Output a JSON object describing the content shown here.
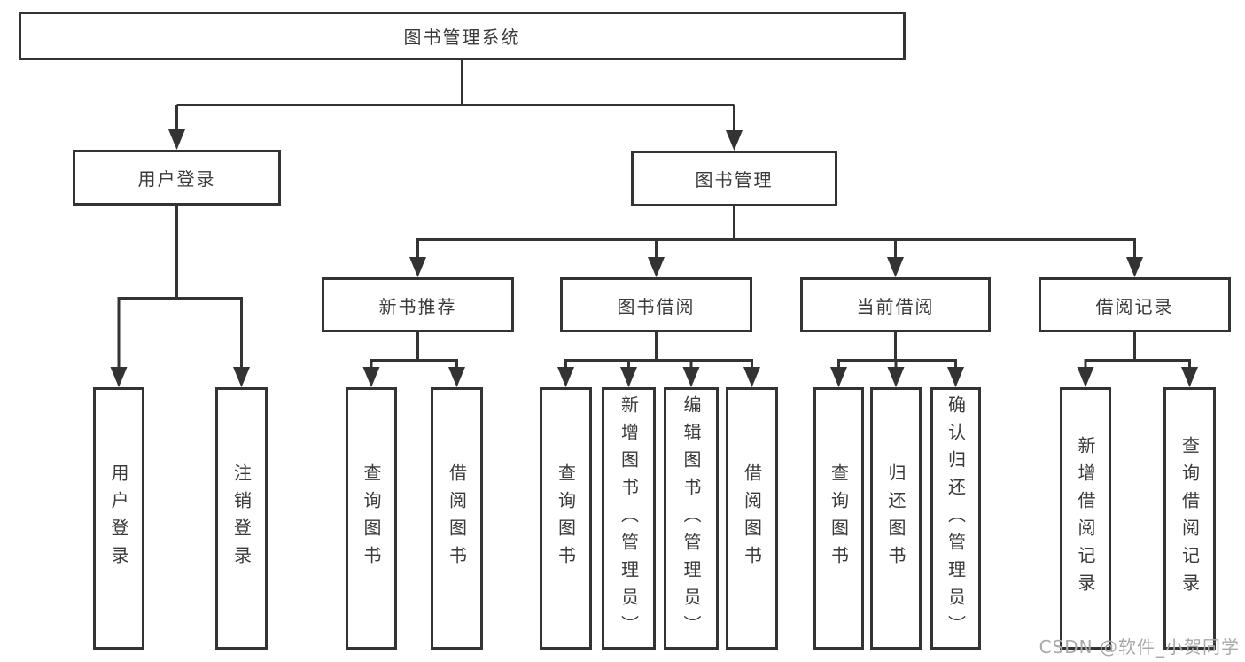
{
  "diagram": {
    "title": "图书管理系统",
    "type": "hierarchy-tree",
    "nodes": [
      {
        "id": "root",
        "level": 1,
        "label": "图书管理系统"
      },
      {
        "id": "user-login-branch",
        "level": 2,
        "label": "用户登录"
      },
      {
        "id": "book-management-branch",
        "level": 2,
        "label": "图书管理"
      },
      {
        "id": "new-book-recommendation",
        "level": 3,
        "label": "新书推荐"
      },
      {
        "id": "book-borrowing",
        "level": 3,
        "label": "图书借阅"
      },
      {
        "id": "current-borrowing",
        "level": 3,
        "label": "当前借阅"
      },
      {
        "id": "borrowing-records",
        "level": 3,
        "label": "借阅记录"
      },
      {
        "id": "leaf-user-login",
        "level": 4,
        "label": "用户登录"
      },
      {
        "id": "leaf-logout",
        "level": 4,
        "label": "注销登录"
      },
      {
        "id": "leaf-query-books-1",
        "level": 4,
        "label": "查询图书"
      },
      {
        "id": "leaf-borrow-books-1",
        "level": 4,
        "label": "借阅图书"
      },
      {
        "id": "leaf-query-books-2",
        "level": 4,
        "label": "查询图书"
      },
      {
        "id": "leaf-add-books-admin",
        "level": 4,
        "label": "新增图书（管理员）"
      },
      {
        "id": "leaf-edit-books-admin",
        "level": 4,
        "label": "编辑图书（管理员）"
      },
      {
        "id": "leaf-borrow-books-2",
        "level": 4,
        "label": "借阅图书"
      },
      {
        "id": "leaf-query-books-3",
        "level": 4,
        "label": "查询图书"
      },
      {
        "id": "leaf-return-books",
        "level": 4,
        "label": "归还图书"
      },
      {
        "id": "leaf-confirm-return-admin",
        "level": 4,
        "label": "确认归还（管理员）"
      },
      {
        "id": "leaf-add-borrow-record",
        "level": 4,
        "label": "新增借阅记录"
      },
      {
        "id": "leaf-query-borrow-record",
        "level": 4,
        "label": "查询借阅记录"
      }
    ],
    "edges": [
      {
        "from": "root",
        "to": [
          "user-login-branch",
          "book-management-branch"
        ]
      },
      {
        "from": "user-login-branch",
        "to": [
          "leaf-user-login",
          "leaf-logout"
        ]
      },
      {
        "from": "book-management-branch",
        "to": [
          "new-book-recommendation",
          "book-borrowing",
          "current-borrowing",
          "borrowing-records"
        ]
      },
      {
        "from": "new-book-recommendation",
        "to": [
          "leaf-query-books-1",
          "leaf-borrow-books-1"
        ]
      },
      {
        "from": "book-borrowing",
        "to": [
          "leaf-query-books-2",
          "leaf-add-books-admin",
          "leaf-edit-books-admin",
          "leaf-borrow-books-2"
        ]
      },
      {
        "from": "current-borrowing",
        "to": [
          "leaf-query-books-3",
          "leaf-return-books",
          "leaf-confirm-return-admin"
        ]
      },
      {
        "from": "borrowing-records",
        "to": [
          "leaf-add-borrow-record",
          "leaf-query-borrow-record"
        ]
      }
    ]
  },
  "watermark": {
    "text": "CSDN @软件_小贺同学"
  },
  "colors": {
    "line": "#333333",
    "box_border": "#333333",
    "text": "#3a3a3a",
    "watermark": "#a9a9a9",
    "background": "#ffffff"
  }
}
